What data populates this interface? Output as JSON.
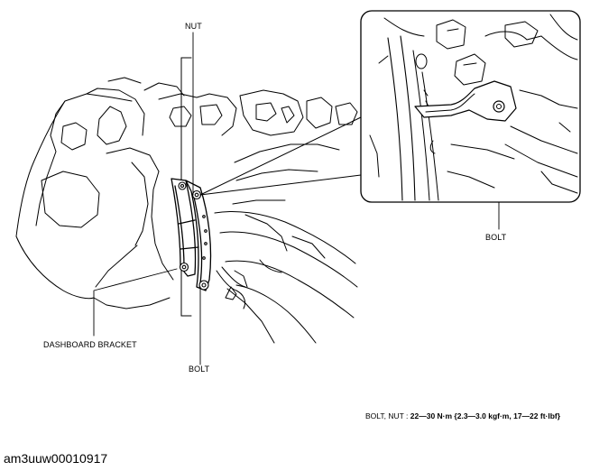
{
  "labels": {
    "nut": "NUT",
    "bolt_inset": "BOLT",
    "bolt_main": "BOLT",
    "dashboard_bracket": "DASHBOARD BRACKET"
  },
  "torque": {
    "prefix": "BOLT, NUT : ",
    "value": "22—30 N·m {2.3—3.0 kgf·m, 17—22 ft·lbf}"
  },
  "document_id": "am3uuw00010917",
  "colors": {
    "line": "#000000",
    "background": "#ffffff"
  }
}
